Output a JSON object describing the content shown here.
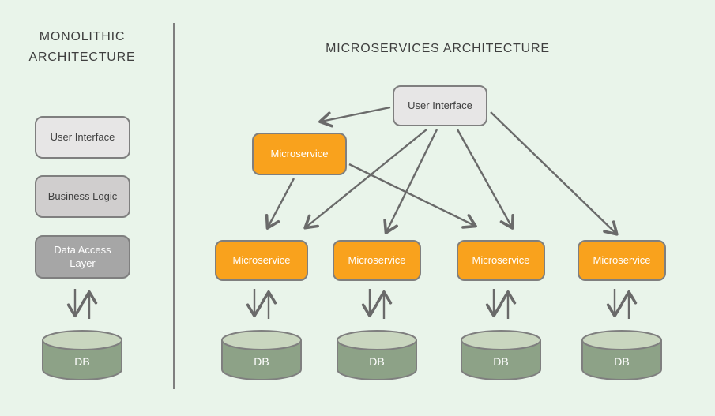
{
  "colors": {
    "background": "#E9F4EA",
    "box_border": "#7F7F7F",
    "box_light": "#E7E6E6",
    "box_mid": "#D0CECE",
    "box_dark": "#A6A6A6",
    "accent_orange": "#F9A21D",
    "db_body": "#8DA287",
    "db_top": "#C9D6BF",
    "arrow": "#6A6A6A",
    "text_dark": "#3F3F3F",
    "text_light": "#FFFFFF",
    "divider": "#7F7F7F"
  },
  "monolithic": {
    "title_line1": "MONOLITHIC",
    "title_line2": "ARCHITECTURE",
    "layers": [
      "User Interface",
      "Business Logic",
      "Data Access Layer"
    ],
    "db_label": "DB"
  },
  "microservices": {
    "title": "MICROSERVICES ARCHITECTURE",
    "ui_label": "User Interface",
    "gateway_label": "Microservice",
    "services": [
      "Microservice",
      "Microservice",
      "Microservice",
      "Microservice"
    ],
    "db_labels": [
      "DB",
      "DB",
      "DB",
      "DB"
    ]
  }
}
